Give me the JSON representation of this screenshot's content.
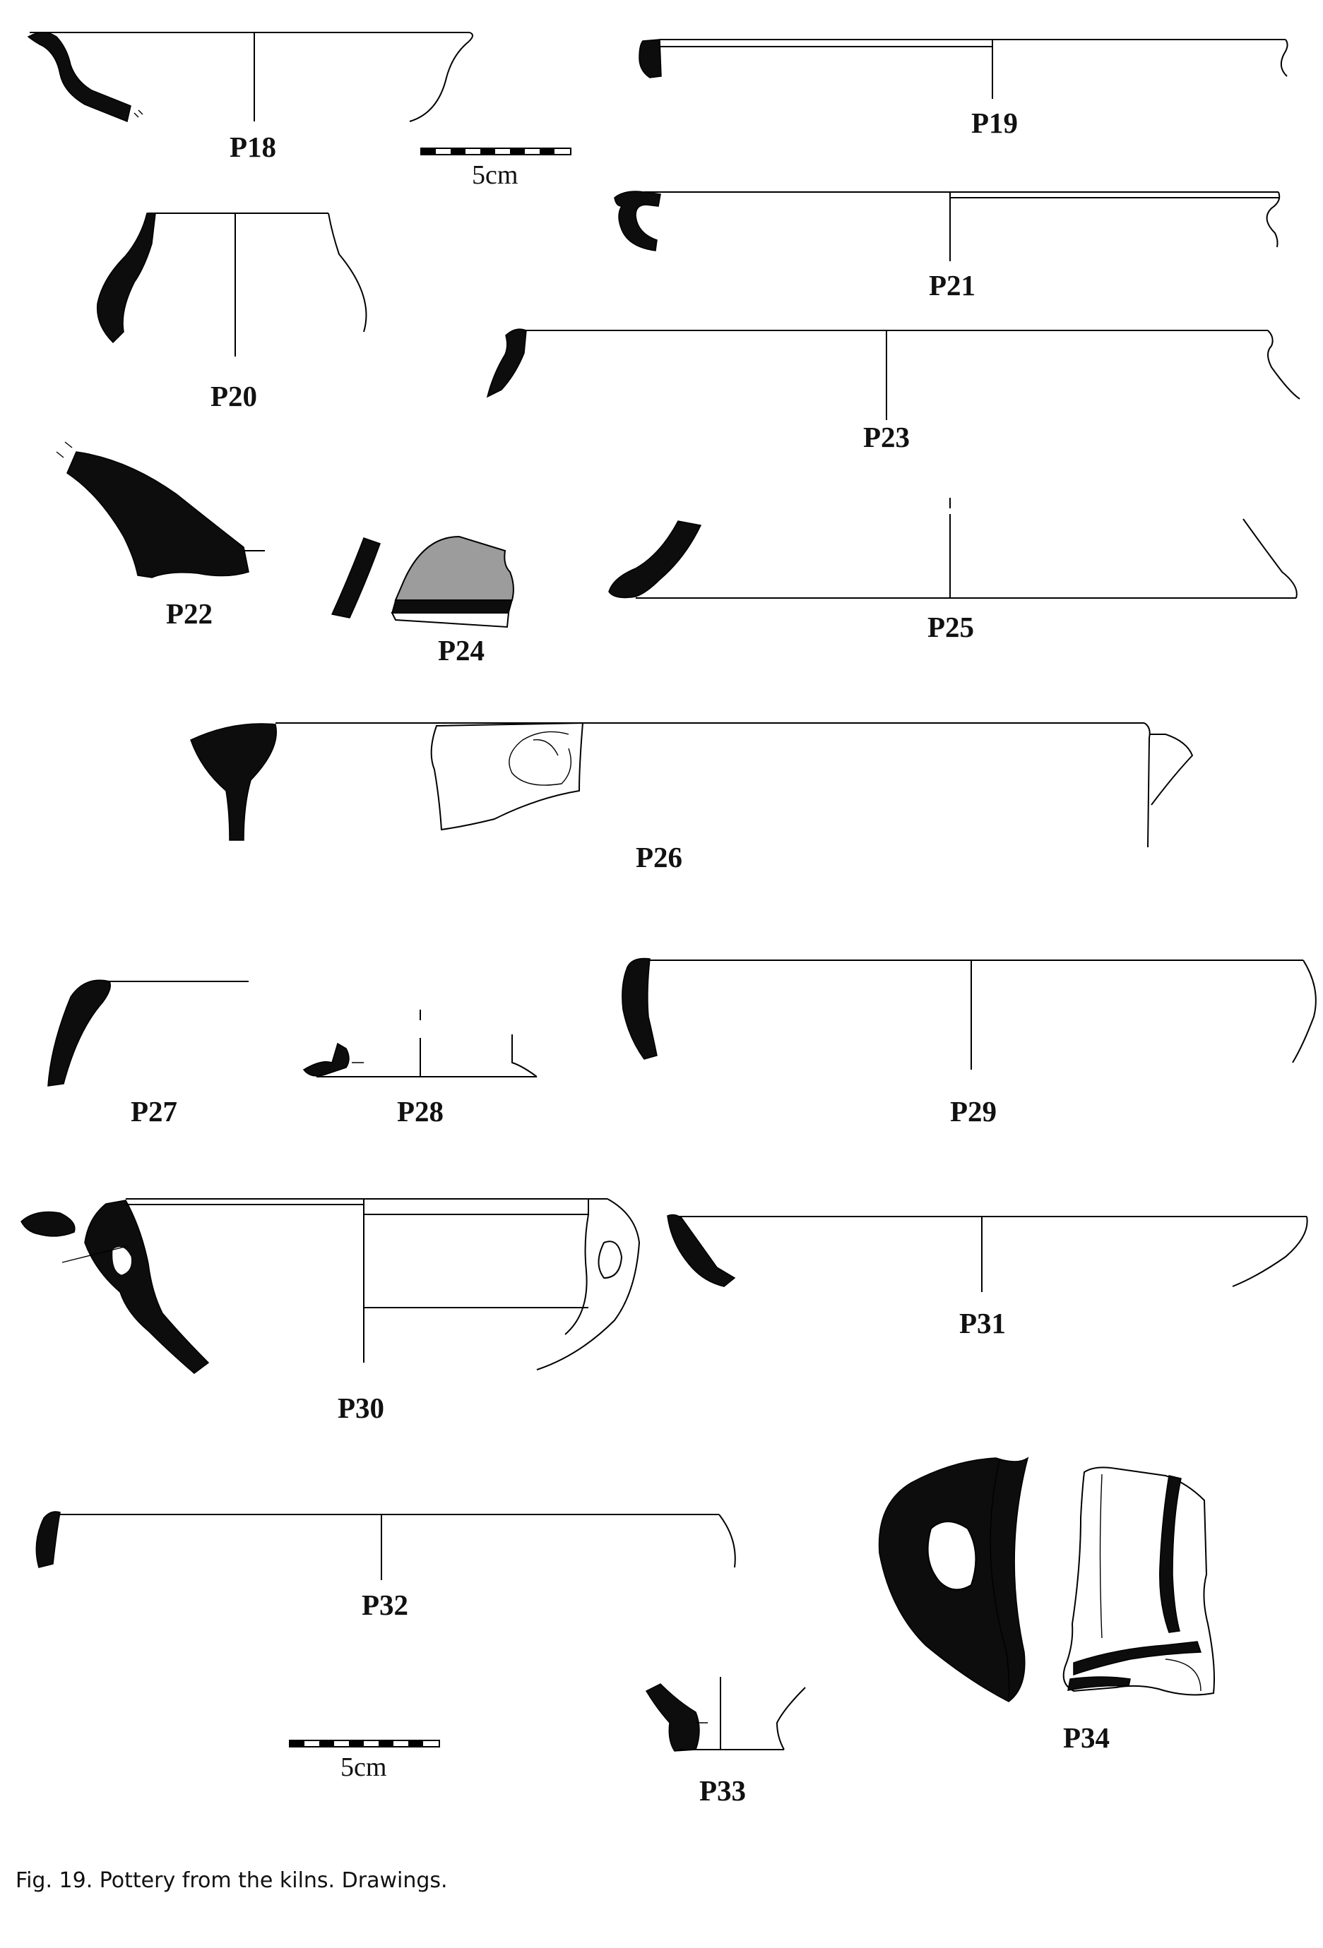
{
  "figure": {
    "caption": "Fig. 19. Pottery from the kilns. Drawings.",
    "scale_bar_label": "5cm",
    "section_fill_color": "#0d0d0d",
    "slip_fill_color": "#9c9c9c"
  },
  "labels": {
    "p18": "P18",
    "p19": "P19",
    "p20": "P20",
    "p21": "P21",
    "p22": "P22",
    "p23": "P23",
    "p24": "P24",
    "p25": "P25",
    "p26": "P26",
    "p27": "P27",
    "p28": "P28",
    "p29": "P29",
    "p30": "P30",
    "p31": "P31",
    "p32": "P32",
    "p33": "P33",
    "p34": "P34"
  }
}
